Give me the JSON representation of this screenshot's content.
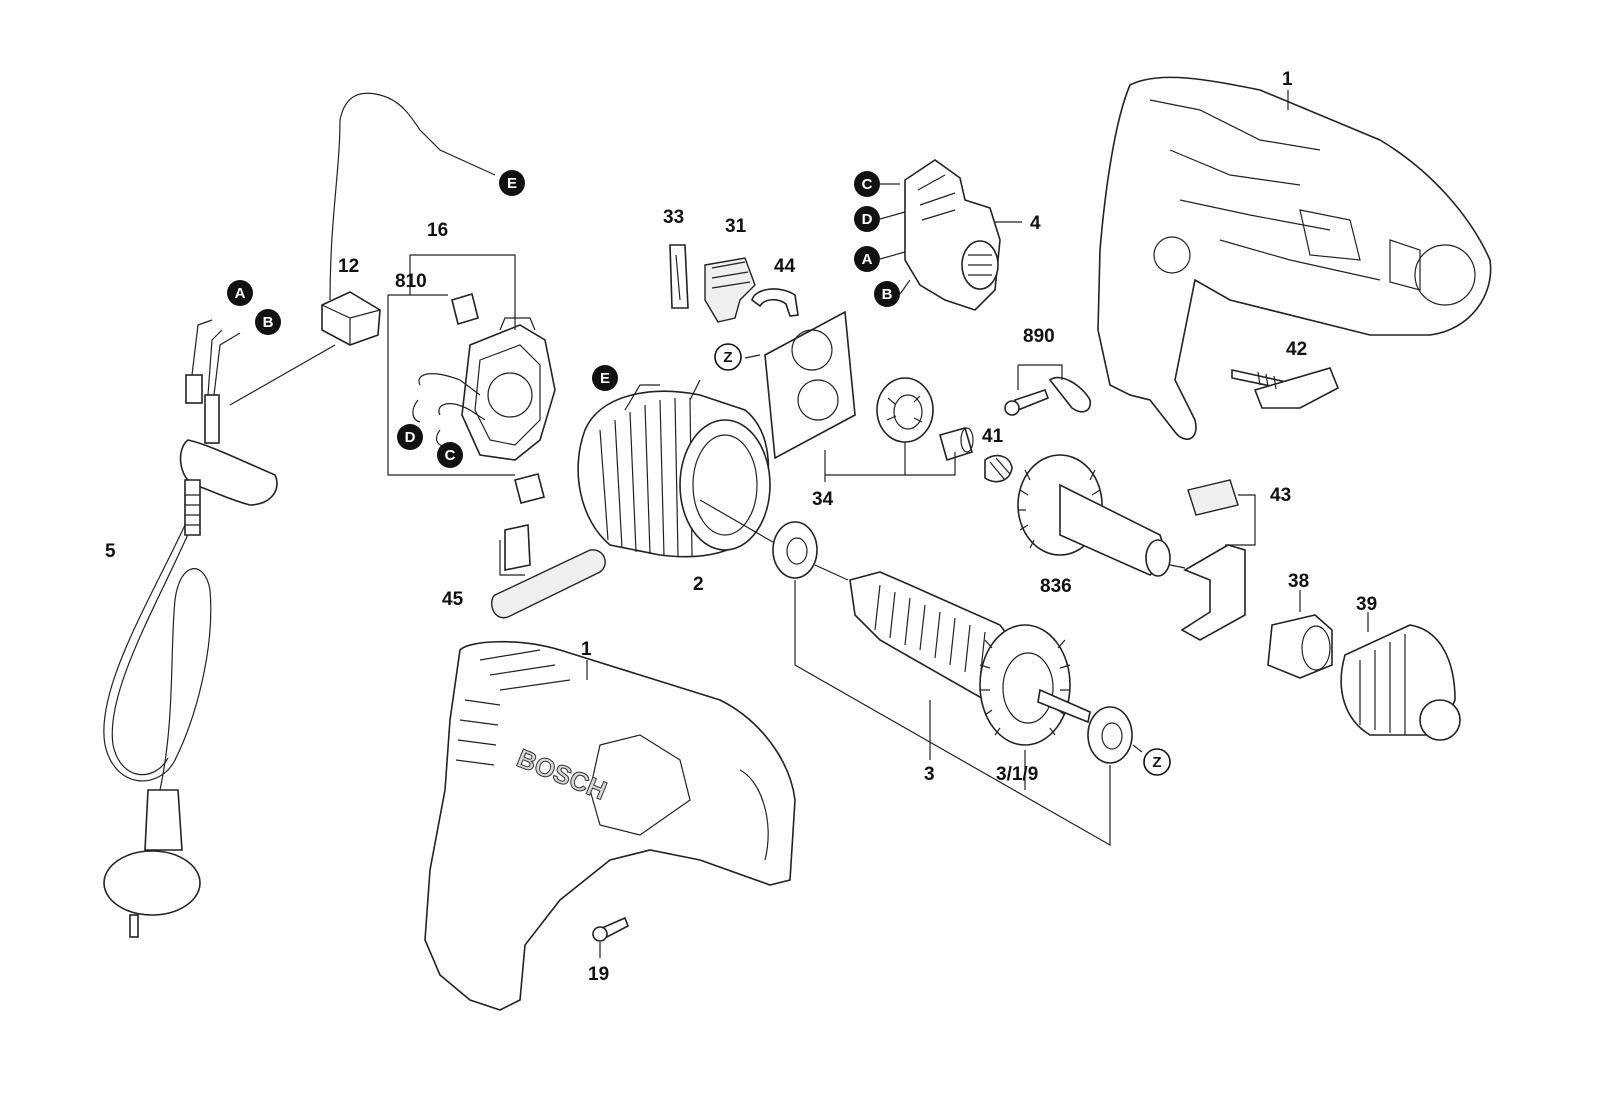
{
  "labels": {
    "p1_top": "1",
    "p1_bottom": "1",
    "p2": "2",
    "p3": "3",
    "p319": "3/1/9",
    "p4": "4",
    "p5": "5",
    "p12": "12",
    "p16": "16",
    "p19": "19",
    "p31": "31",
    "p33": "33",
    "p34": "34",
    "p38": "38",
    "p39": "39",
    "p41": "41",
    "p42": "42",
    "p43": "43",
    "p44": "44",
    "p45": "45",
    "p810": "810",
    "p836": "836",
    "p890": "890"
  },
  "badges": {
    "a1": "A",
    "b1": "B",
    "e1": "E",
    "d1": "D",
    "c1": "C",
    "e2": "E",
    "c2": "C",
    "d2": "D",
    "a2": "A",
    "b2": "B"
  },
  "rings": {
    "z1": "Z",
    "z2": "Z"
  },
  "brand": "BOSCH"
}
